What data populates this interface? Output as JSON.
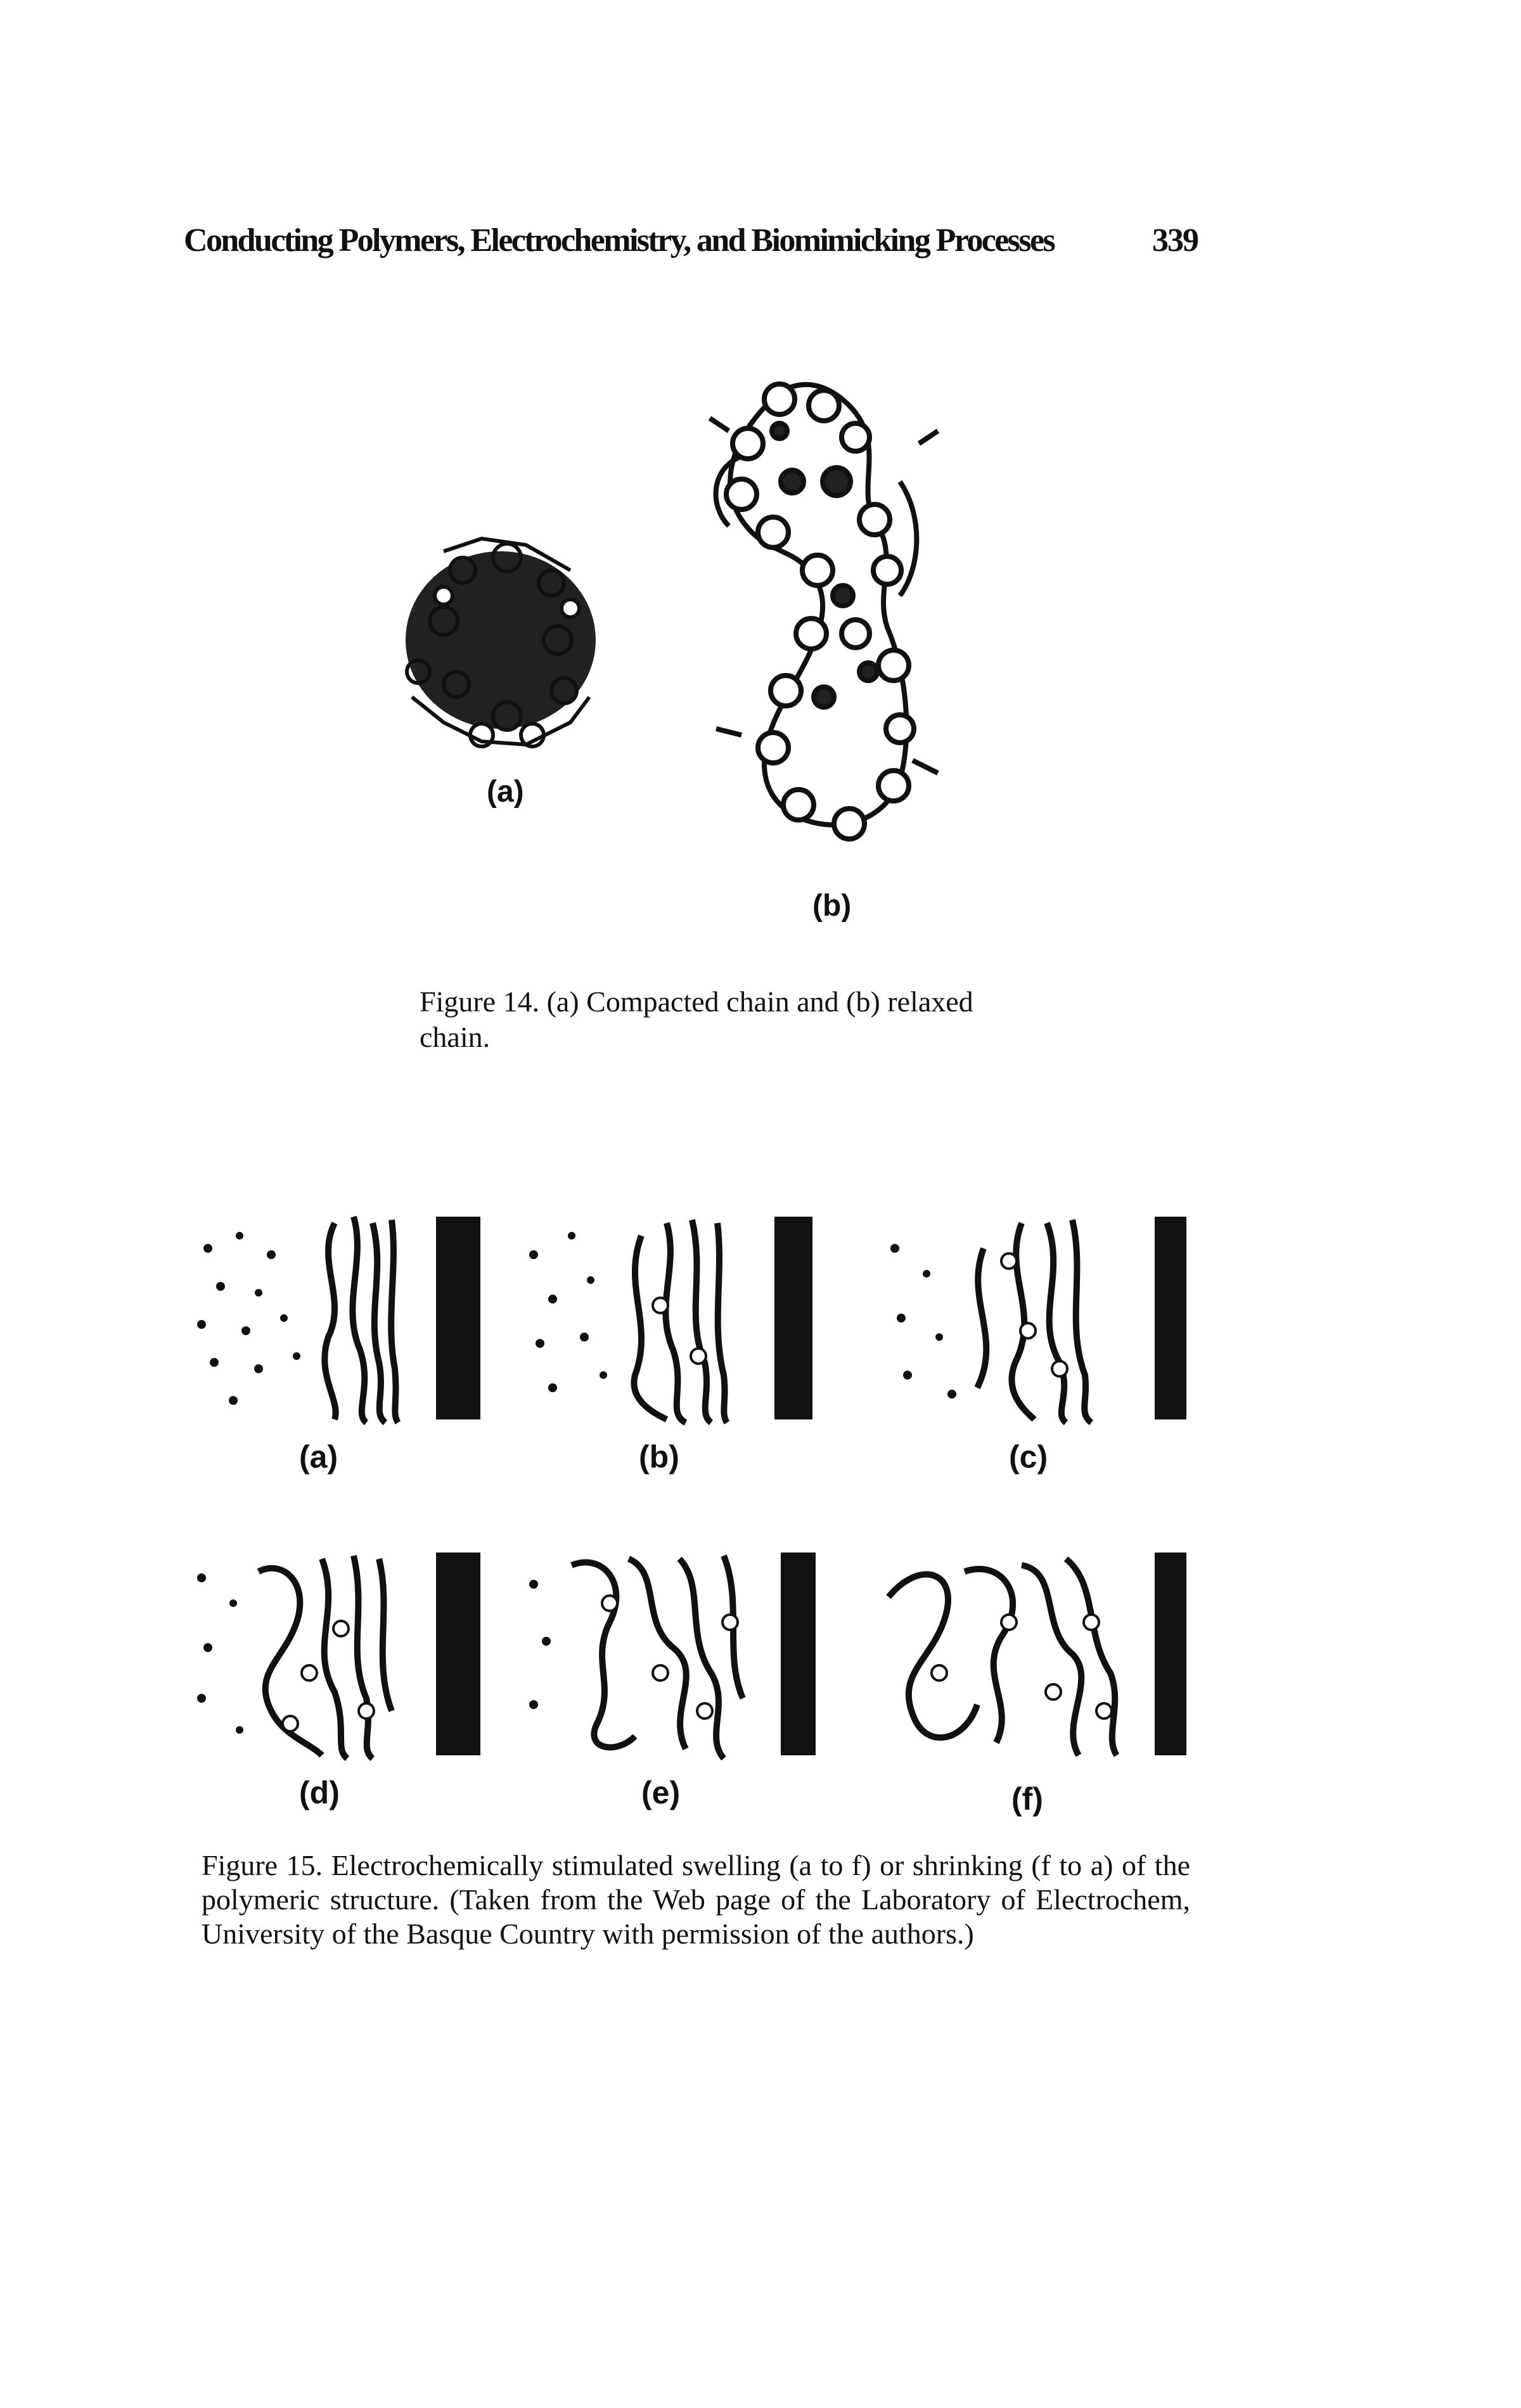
{
  "header": {
    "running_title": "Conducting Polymers, Electrochemistry, and Biomimicking Processes",
    "page_number": "339"
  },
  "figure14": {
    "label_a": "(a)",
    "label_b": "(b)",
    "caption": "Figure 14. (a) Compacted chain and (b) relaxed chain."
  },
  "figure15": {
    "panels": [
      {
        "label": "(a)"
      },
      {
        "label": "(b)"
      },
      {
        "label": "(c)"
      },
      {
        "label": "(d)"
      },
      {
        "label": "(e)"
      },
      {
        "label": "(f)"
      }
    ],
    "caption": "Figure 15. Electrochemically stimulated swelling (a to f) or shrinking (f to a) of the polymeric structure. (Taken from the Web page of the Laboratory of Electrochem, University of the Basque Country with permission of the authors.)"
  }
}
